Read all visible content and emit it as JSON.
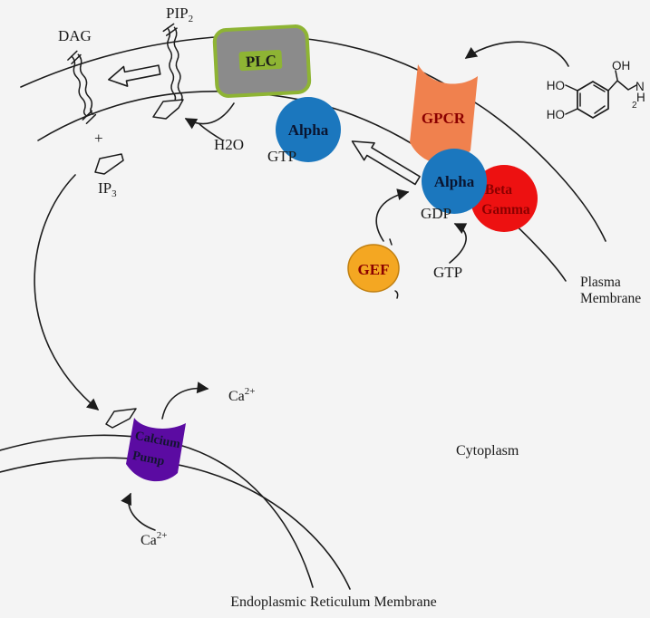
{
  "title": "GPCR / PLC / IP3 calcium signaling pathway diagram",
  "colors": {
    "background": "#f4f4f4",
    "line": "#1c1c1c",
    "alpha_blue": "#1b77be",
    "beta_gamma_red": "#ed1111",
    "gpcr_orange": "#f0814e",
    "gef_yellow": "#f4a722",
    "gef_outline": "#c07f10",
    "pump_purple": "#5b0ba2",
    "plc_gray": "#8b8b8b",
    "plc_green": "#8eb434",
    "dark_red_text": "#8b0000"
  },
  "proteins": {
    "plc": {
      "label": "PLC",
      "fill": "#8b8b8b",
      "accent": "#8eb434"
    },
    "gpcr": {
      "label": "GPCR",
      "fill": "#f0814e"
    },
    "alpha_gtp": {
      "label": "Alpha",
      "fill": "#1b77be"
    },
    "alpha_gdp": {
      "label": "Alpha",
      "fill": "#1b77be"
    },
    "beta_gamma": {
      "line1": "Beta",
      "line2": "Gamma",
      "fill": "#ed1111"
    },
    "gef": {
      "label": "GEF",
      "fill": "#f4a722",
      "stroke": "#c07f10"
    },
    "pump": {
      "line1": "Calcium",
      "line2": "Pump",
      "fill": "#5b0ba2"
    }
  },
  "molecules": {
    "dag": "DAG",
    "pip2_base": "PIP",
    "pip2_sub": "2",
    "ip3_base": "IP",
    "ip3_sub": "3",
    "plus": "+",
    "h2o": "H2O",
    "gtp_active": "GTP",
    "gdp": "GDP",
    "gtp_free": "GTP",
    "ca_top_base": "Ca",
    "ca_top_sup": "2+",
    "ca_bottom_base": "Ca",
    "ca_bottom_sup": "2+"
  },
  "ligand": {
    "oh": "OH",
    "ho_top": "HO",
    "ho_bottom": "HO",
    "n": "N",
    "h": "H",
    "two": "2"
  },
  "regions": {
    "cytoplasm": "Cytoplasm",
    "plasma_membrane_line1": "Plasma",
    "plasma_membrane_line2": "Membrane",
    "er_membrane": "Endoplasmic Reticulum Membrane"
  }
}
